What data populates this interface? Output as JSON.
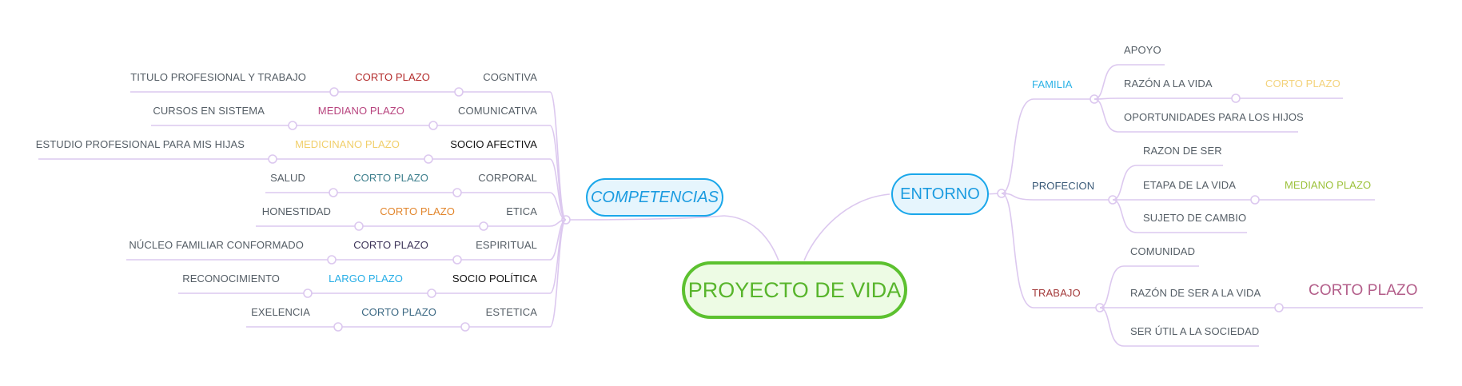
{
  "root": {
    "label": "PROYECTO DE VIDA"
  },
  "competencias": {
    "label": "COMPETENCIAS",
    "items": [
      {
        "name": "COGNTIVA",
        "name_color": "#555e66",
        "term": "CORTO PLAZO",
        "term_color": "#b32b2b",
        "detail": "TITULO PROFESIONAL  Y TRABAJO"
      },
      {
        "name": "COMUNICATIVA",
        "name_color": "#555e66",
        "term": "MEDIANO  PLAZO",
        "term_color": "#b8457f",
        "detail": "CURSOS EN SISTEMA"
      },
      {
        "name": "SOCIO AFECTIVA",
        "name_color": "#111111",
        "term": "MEDICINANO PLAZO",
        "term_color": "#f1cf6a",
        "detail": "ESTUDIO PROFESIONAL PARA MIS HIJAS"
      },
      {
        "name": "CORPORAL",
        "name_color": "#555e66",
        "term": "CORTO PLAZO",
        "term_color": "#3c7e8c",
        "detail": "SALUD"
      },
      {
        "name": "ETICA",
        "name_color": "#555e66",
        "term": "CORTO PLAZO",
        "term_color": "#e2862d",
        "detail": "HONESTIDAD"
      },
      {
        "name": "ESPIRITUAL",
        "name_color": "#555e66",
        "term": "CORTO PLAZO",
        "term_color": "#3c3358",
        "detail": "NÚCLEO FAMILIAR CONFORMADO"
      },
      {
        "name": "SOCIO POLÍTICA",
        "name_color": "#111111",
        "term": "LARGO PLAZO",
        "term_color": "#27aee6",
        "detail": "RECONOCIMIENTO"
      },
      {
        "name": "ESTETICA",
        "name_color": "#555e66",
        "term": "CORTO  PLAZO",
        "term_color": "#3a6782",
        "detail": "EXELENCIA"
      }
    ]
  },
  "entorno": {
    "label": "ENTORNO",
    "groups": [
      {
        "name": "FAMILIA",
        "name_color": "#2bb2e6",
        "items": [
          {
            "name": "APOYO",
            "term": ""
          },
          {
            "name": "RAZÓN  A LA VIDA",
            "term": "CORTO PLAZO",
            "term_color": "#f3d27a"
          },
          {
            "name": "OPORTUNIDADES PARA LOS HIJOS",
            "term": ""
          }
        ]
      },
      {
        "name": "PROFECION",
        "name_color": "#3a5a78",
        "items": [
          {
            "name": "RAZON DE SER",
            "term": ""
          },
          {
            "name": "ETAPA DE LA VIDA",
            "term": "MEDIANO PLAZO",
            "term_color": "#9cc13a"
          },
          {
            "name": "SUJETO DE CAMBIO",
            "term": ""
          }
        ]
      },
      {
        "name": "TRABAJO",
        "name_color": "#a33a3a",
        "items": [
          {
            "name": "COMUNIDAD",
            "term": ""
          },
          {
            "name": "RAZÓN DE SER A LA VIDA",
            "term": "CORTO PLAZO",
            "term_color": "#b35e8a"
          },
          {
            "name": "SER ÚTIL A LA SOCIEDAD",
            "term": ""
          }
        ]
      }
    ]
  },
  "colors": {
    "line": "#dcc8ef",
    "root_border": "#5cc12f",
    "main_border": "#1aa7ea",
    "label_gray": "#555e66"
  }
}
